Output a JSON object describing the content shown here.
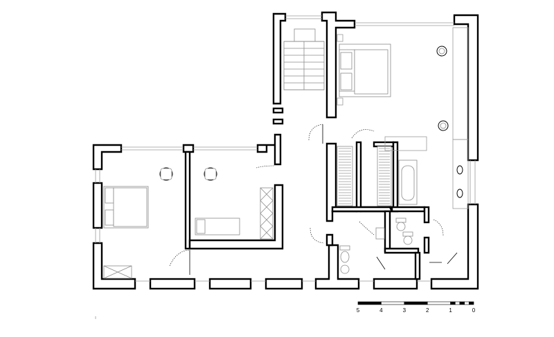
{
  "scale_bar": {
    "labels": [
      "5",
      "4",
      "3",
      "2",
      "1",
      "0"
    ]
  }
}
